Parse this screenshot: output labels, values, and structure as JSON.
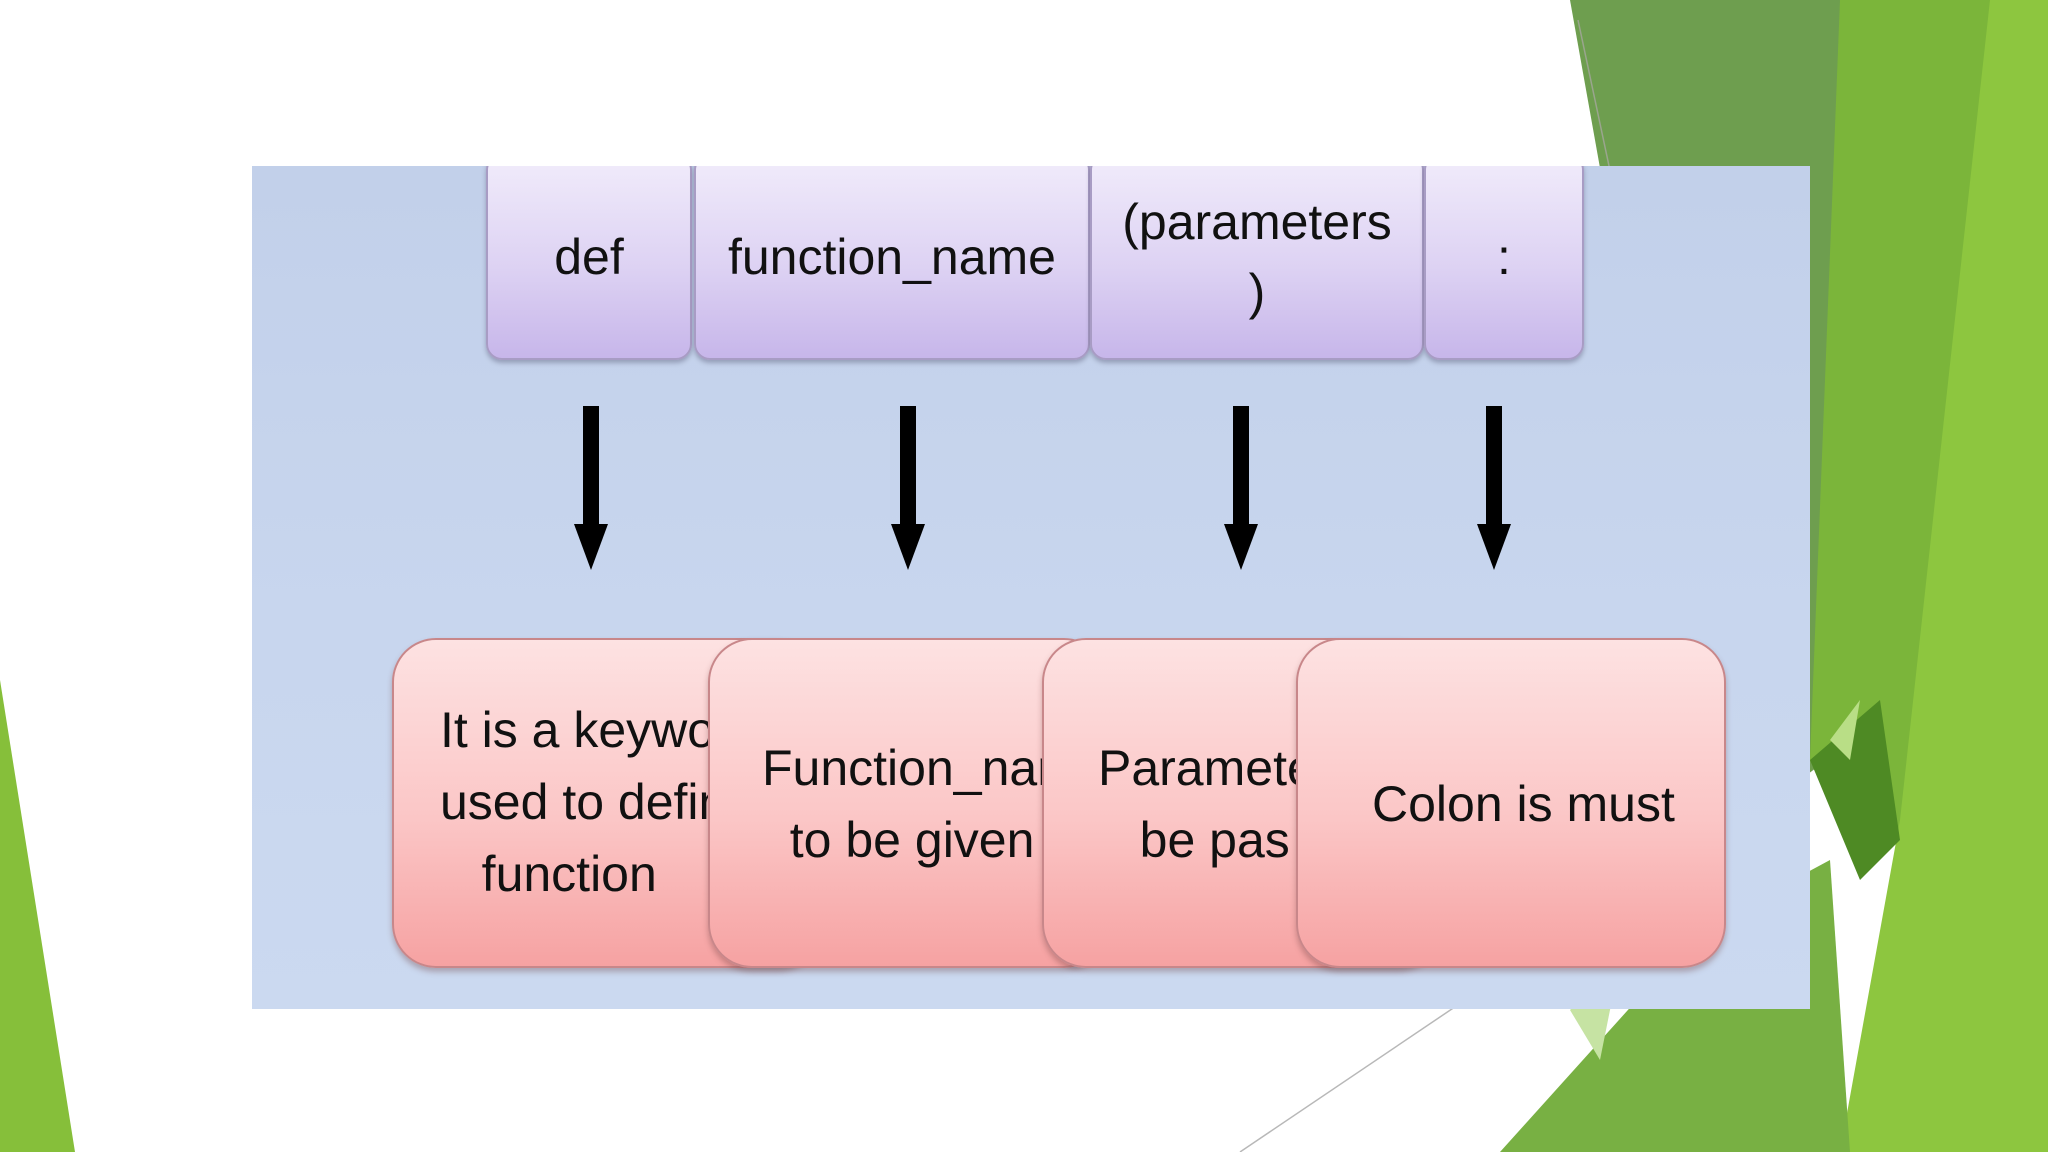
{
  "diagram": {
    "tokens": [
      {
        "label": "def"
      },
      {
        "label": "function_name"
      },
      {
        "label": "(parameters\n)"
      },
      {
        "label": ":"
      }
    ],
    "descriptions": [
      {
        "text": "It is a keywo\nused to defin\n   function"
      },
      {
        "text": "Function_nan\n  to be given"
      },
      {
        "text": "Paramete\n   be pas"
      },
      {
        "text": "Colon is must"
      }
    ]
  },
  "theme": {
    "accent_green_dark": "#5e9a32",
    "accent_green_light": "#8cc63f",
    "token_fill": "#ddd2f3",
    "description_fill": "#fbc6c6",
    "arrow_color": "#000000"
  },
  "icons": [
    "arrow-down-icon"
  ]
}
